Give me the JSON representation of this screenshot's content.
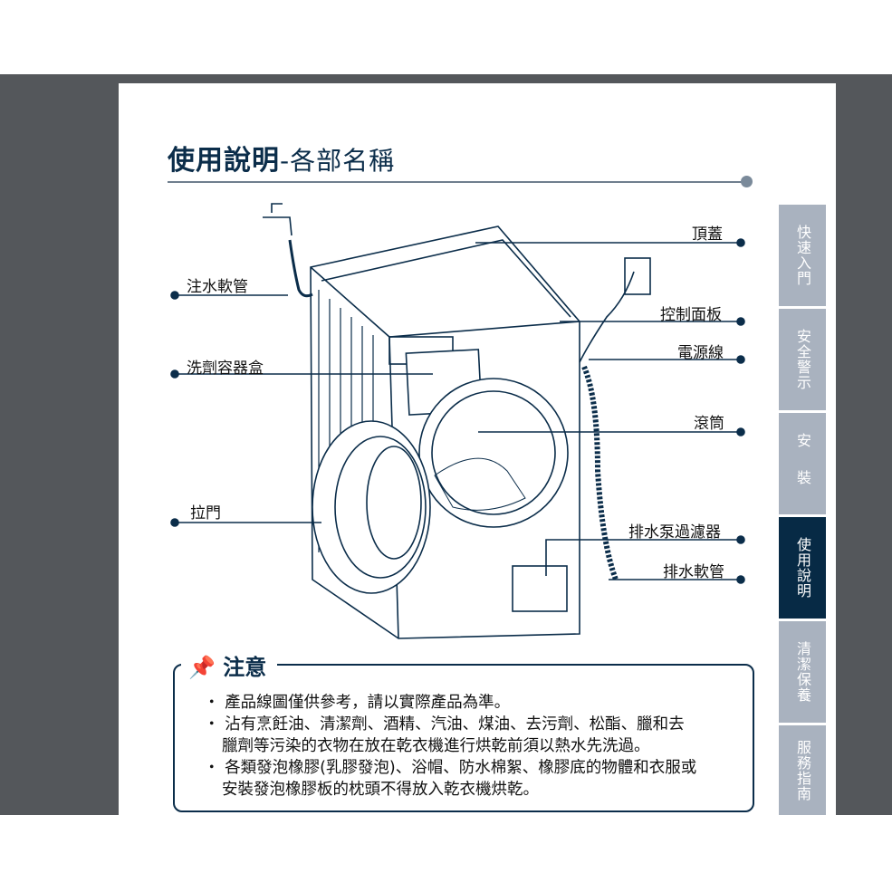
{
  "header": {
    "title_bold": "使用說明",
    "title_sub": "-各部名稱"
  },
  "labels": {
    "top_cover": "頂蓋",
    "inlet_hose": "注水軟管",
    "control_panel": "控制面板",
    "power_cord": "電源線",
    "detergent_box": "洗劑容器盒",
    "drum": "滾筒",
    "door": "拉門",
    "pump_filter": "排水泵過濾器",
    "drain_hose": "排水軟管"
  },
  "tabs": [
    {
      "label": "快速入門"
    },
    {
      "label": "安全警示"
    },
    {
      "label": "安 裝"
    },
    {
      "label": "使用說明"
    },
    {
      "label": "清潔保養"
    },
    {
      "label": "服務指南"
    }
  ],
  "notice": {
    "heading": "注意",
    "bullets": [
      "產品線圖僅供參考，請以實際產品為準。",
      "沾有烹飪油、清潔劑、酒精、汽油、煤油、去污劑、松酯、臘和去",
      "臘劑等污染的衣物在放在乾衣機進行烘乾前須以熱水先洗過。",
      "各類發泡橡膠(乳膠發泡)、浴帽、防水棉絮、橡膠底的物體和衣服或",
      "安裝發泡橡膠板的枕頭不得放入乾衣機烘乾。"
    ]
  }
}
